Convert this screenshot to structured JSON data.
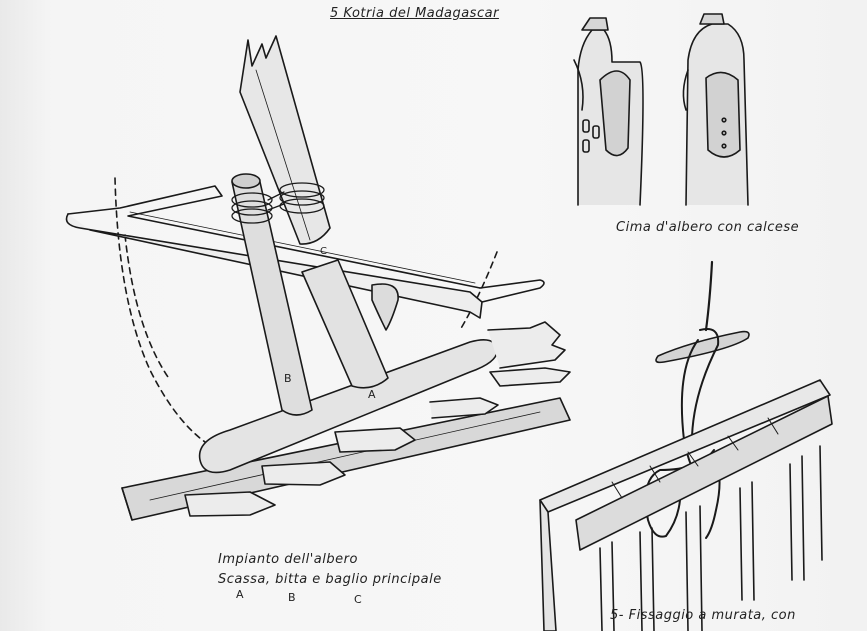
{
  "title": "5 Kotria del Madagascar",
  "captions": {
    "mast_head": "Cima d'albero con calcese",
    "mast_step_line1": "Impianto dell'albero",
    "mast_step_line2": "Scassa, bitta e baglio principale",
    "mast_step_letters": [
      "A",
      "B",
      "C"
    ],
    "bulwark_fixing": "5- Fissaggio a murata, con"
  },
  "labels": {
    "a": "A",
    "b": "B",
    "c": "C"
  }
}
